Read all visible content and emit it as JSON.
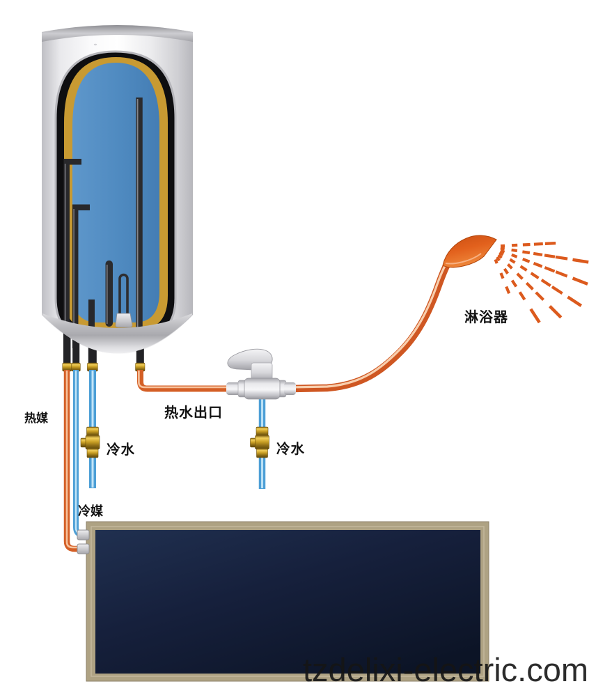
{
  "labels": {
    "hot_medium": "热媒",
    "cold_medium": "冷媒",
    "cold_water_tank": "冷水",
    "cold_water_mixer": "冷水",
    "hot_water_outlet": "热水出口",
    "shower": "淋浴器"
  },
  "watermark": "tzdelixi-electric.com",
  "colors": {
    "hot_pipe": "#d45f26",
    "hot_pipe_highlight": "#f7c29c",
    "cold_pipe": "#4d9fd6",
    "cold_pipe_highlight": "#c3e5f8",
    "tank_water": "#4f8ac0",
    "tank_insulation": "#c89a32",
    "tank_liner": "#0e0e10",
    "brass_valve": "#c89e24",
    "spray": "#dc5a1d",
    "shower_head": "#e2611d",
    "collector_frame": "#aea283",
    "collector_absorber": "#141f38",
    "label_text": "#121212"
  }
}
